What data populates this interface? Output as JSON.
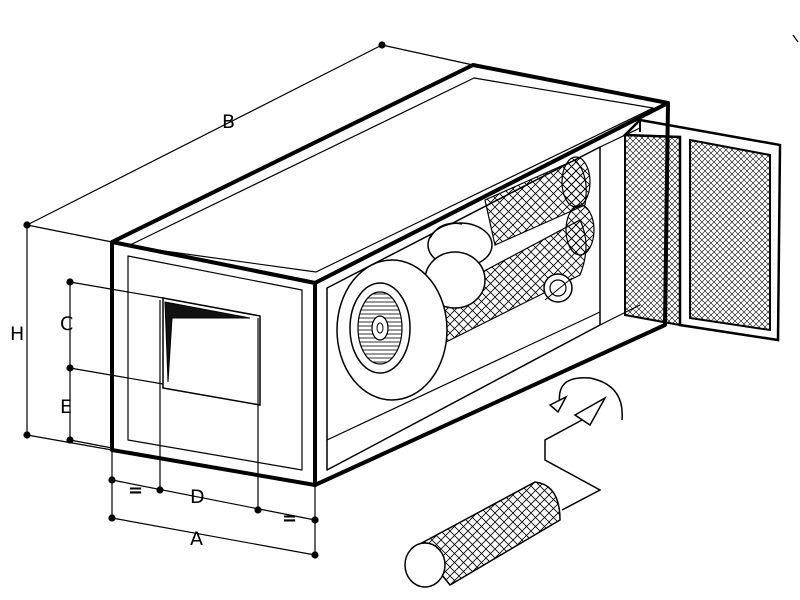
{
  "labels": {
    "A": "A",
    "B": "B",
    "C": "C",
    "D": "D",
    "E": "E",
    "H": "H",
    "eq_left": "=",
    "eq_right": "="
  },
  "colors": {
    "line": "#000000",
    "face": "#ffffff",
    "shade": "#e8e8e8",
    "dark": "#111111"
  }
}
